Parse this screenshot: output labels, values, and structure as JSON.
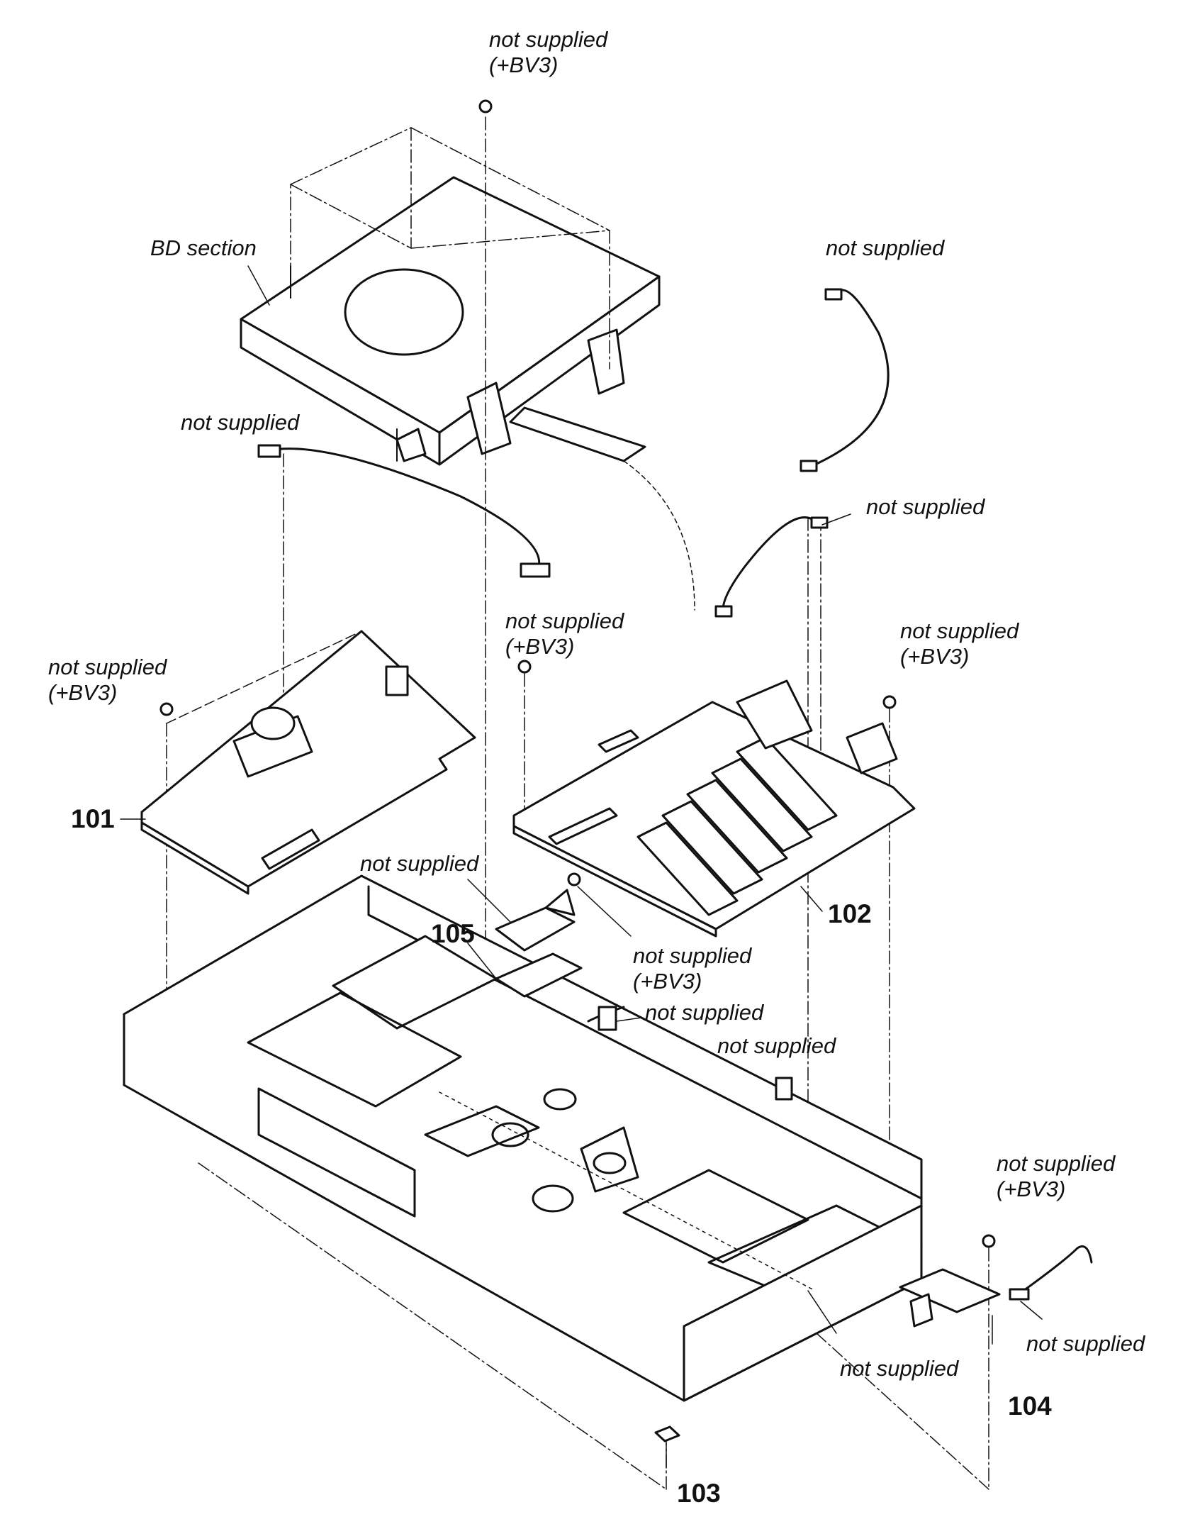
{
  "diagram": {
    "labels": {
      "screw_top": {
        "line1": "not supplied",
        "line2": "(+BV3)"
      },
      "bd_section": "BD section",
      "cable_top_right": "not supplied",
      "flat_cable": "not supplied",
      "cable_mid_right": "not supplied",
      "screw_center": {
        "line1": "not supplied",
        "line2": "(+BV3)"
      },
      "screw_right": {
        "line1": "not supplied",
        "line2": "(+BV3)"
      },
      "screw_left": {
        "line1": "not supplied",
        "line2": "(+BV3)"
      },
      "bracket_105": "not supplied",
      "screw_105": {
        "line1": "not supplied",
        "line2": "(+BV3)"
      },
      "clip_center": "not supplied",
      "clip_right": "not supplied",
      "screw_104": {
        "line1": "not supplied",
        "line2": "(+BV3)"
      },
      "cable_104": "not supplied",
      "chassis_bottom": "not supplied"
    },
    "part_numbers": {
      "p101": "101",
      "p102": "102",
      "p103": "103",
      "p104": "104",
      "p105": "105"
    },
    "colors": {
      "ink": "#111111",
      "background": "#ffffff"
    }
  }
}
